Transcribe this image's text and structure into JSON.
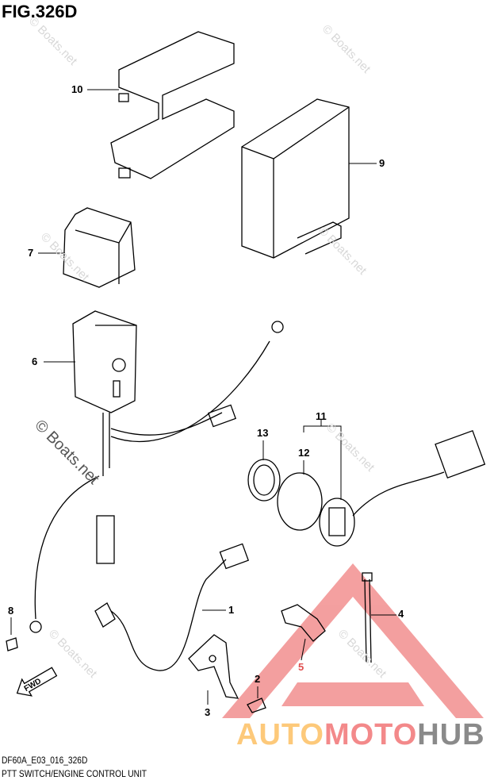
{
  "figure": {
    "title": "FIG.326D",
    "code": "DF60A_E03_016_326D",
    "caption": "PTT SWITCH/ENGINE CONTROL UNIT",
    "fwd_label": "FWD"
  },
  "callouts": [
    "10",
    "9",
    "7",
    "6",
    "11",
    "13",
    "12",
    "1",
    "4",
    "8",
    "5",
    "2",
    "3"
  ],
  "watermark": "© Boats.net",
  "brand": {
    "part1": "AUTO",
    "part2": "MOTO",
    "part3": "HUB",
    "colors": {
      "auto": "#fdc97a",
      "moto": "#f3898a",
      "hub": "#8a8a8a",
      "triangle": "#f08080"
    }
  }
}
